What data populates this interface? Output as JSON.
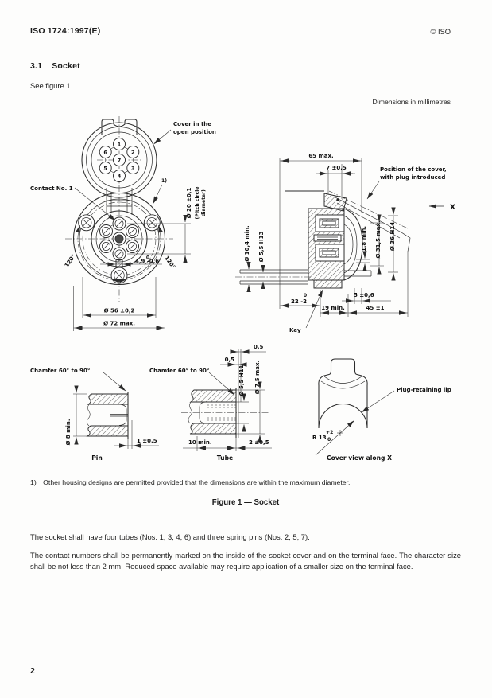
{
  "page": {
    "doc_ref": "ISO 1724:1997(E)",
    "copyright": "© ISO",
    "section_number": "3.1",
    "section_title": "Socket",
    "see_figure": "See figure 1.",
    "dim_note": "Dimensions in millimetres",
    "footnote_marker": "1)",
    "footnote_text": "Other housing designs are permitted provided that the dimensions are within the maximum diameter.",
    "figure_caption": "Figure 1 — Socket",
    "para1": "The socket shall have four tubes (Nos. 1, 3, 4, 6) and three spring pins (Nos. 2, 5, 7).",
    "para2": "The contact numbers shall be permanently marked on the inside of the socket cover and on the terminal face. The character size shall be not less than 2 mm. Reduced space available may require application of a smaller size on the terminal face.",
    "page_number": "2"
  },
  "front_view": {
    "cover_label_1": "Cover in the",
    "cover_label_2": "open position",
    "contact1_label": "Contact No. 1",
    "footnote_ref": "1)",
    "contacts": [
      "1",
      "2",
      "3",
      "4",
      "5",
      "6",
      "7"
    ],
    "pitch_dim": "Ø 20 ±0,1",
    "pitch_sub_1": "(Pitch circle",
    "pitch_sub_2": "diameter)",
    "angle_left": "120°",
    "angle_right": "120°",
    "key_dim_upper": "0",
    "key_dim": "4,9 -0,6",
    "dim_56": "Ø 56 ±0,2",
    "dim_72": "Ø 72 max."
  },
  "side_view": {
    "dim_65": "65 max.",
    "dim_7": "7 ±0,5",
    "cover_pos_1": "Position of the cover,",
    "cover_pos_2": "with plug introduced",
    "view_label": "X",
    "dim_d104": "Ø 10,4 min.",
    "dim_d55": "Ø 5,5 H13",
    "dim_18": "1,8 min.",
    "dim_d315": "Ø 31,5 max.",
    "dim_d36": "Ø 36 H14",
    "dim_22_upper": "0",
    "dim_22": "22 -2",
    "dim_5": "5 ±0,6",
    "dim_19": "19 min.",
    "dim_45": "45 ±1",
    "key_label": "Key"
  },
  "pin_detail": {
    "chamfer_label": "Chamfer 60° to 90°",
    "dim_d8": "Ø 8 min.",
    "dim_1": "1 ±0,5",
    "title": "Pin"
  },
  "tube_detail": {
    "chamfer_label": "Chamfer 60° to 90°",
    "dim_05_top": "0,5",
    "dim_05_mid": "0,5",
    "dim_d55": "Ø 5,5 H11",
    "dim_d75": "Ø 7,5 max.",
    "dim_10": "10 min.",
    "dim_2": "2 ±0,5",
    "title": "Tube"
  },
  "cover_view": {
    "lip_label": "Plug-retaining lip",
    "radius_dim": "R 13",
    "radius_upper": "+2",
    "radius_lower": "0",
    "title": "Cover view along X"
  }
}
